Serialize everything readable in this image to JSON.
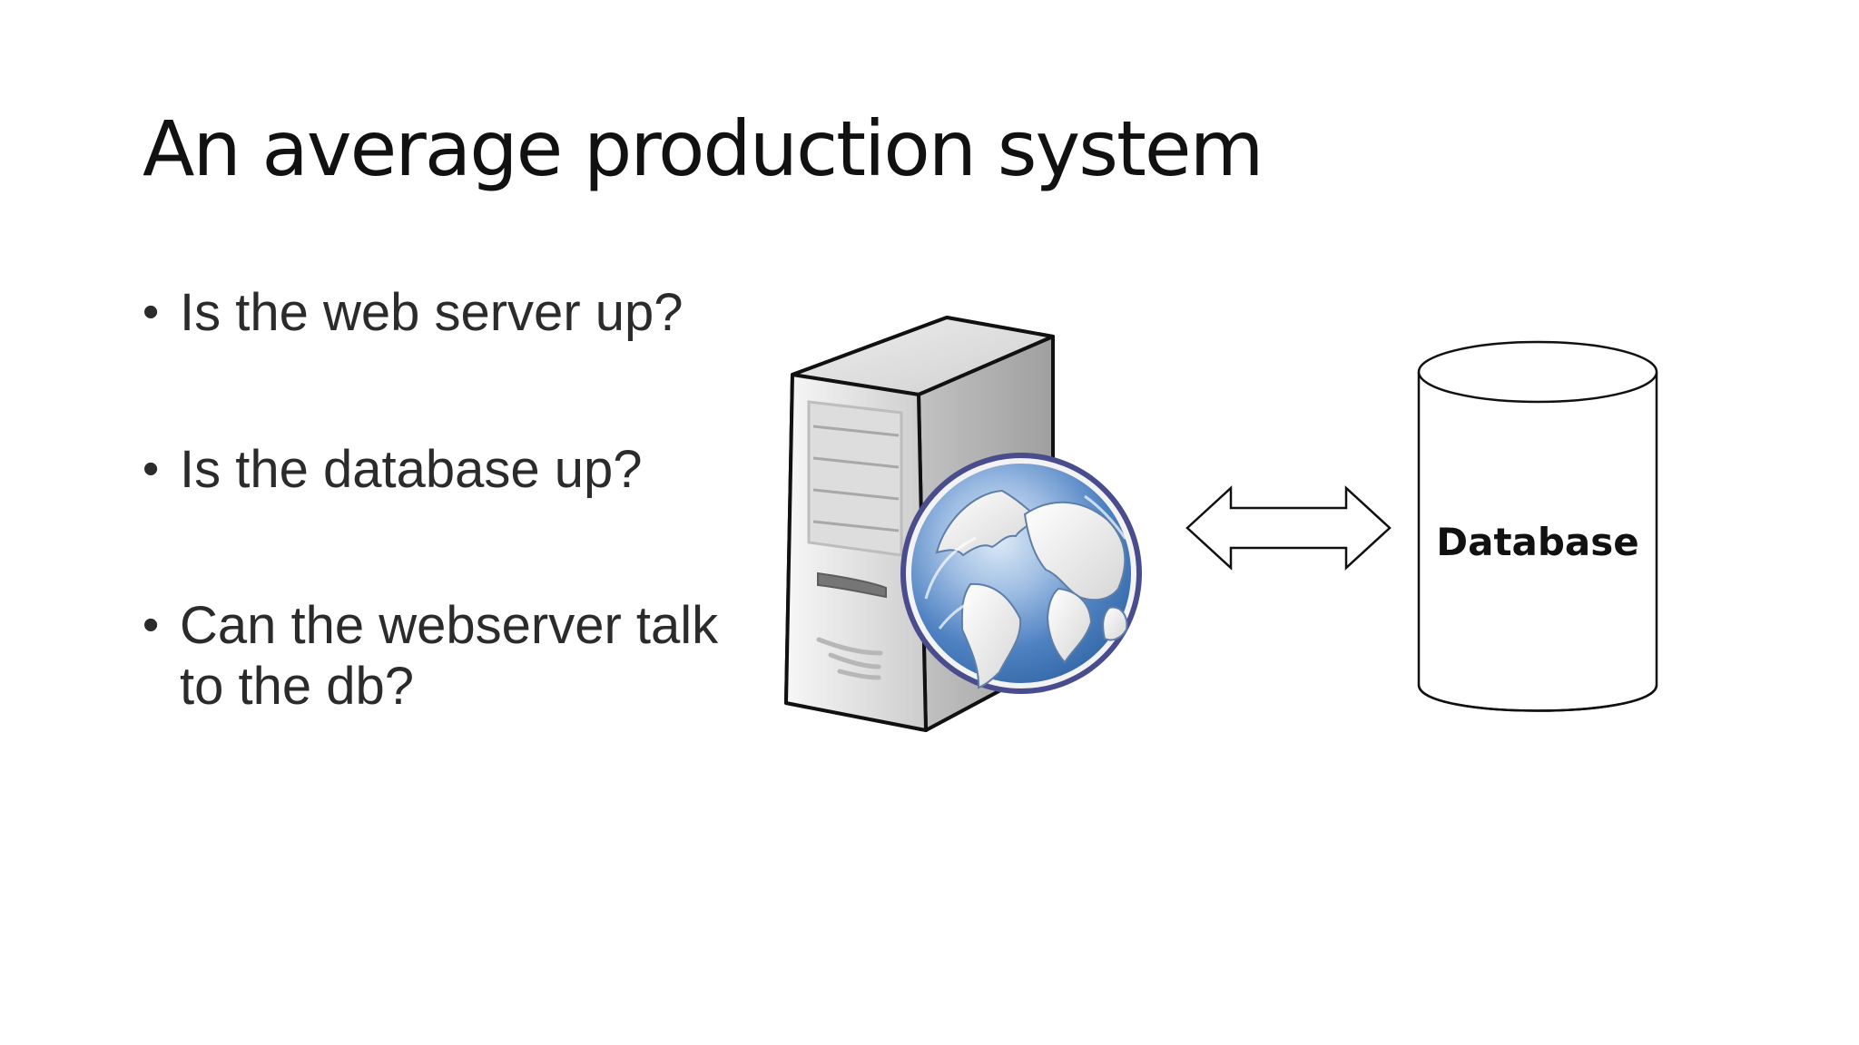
{
  "slide": {
    "title": "An average production system",
    "bullets": [
      "Is the web server up?",
      "Is the database up?",
      "Can the webserver talk to the db?"
    ]
  },
  "diagram": {
    "server_icon": "web-server-globe-icon",
    "connection_icon": "double-arrow-icon",
    "database_label": "Database",
    "colors": {
      "server_body": "#d8d8d8",
      "globe_blue": "#3f74b6",
      "outline": "#111111"
    }
  }
}
